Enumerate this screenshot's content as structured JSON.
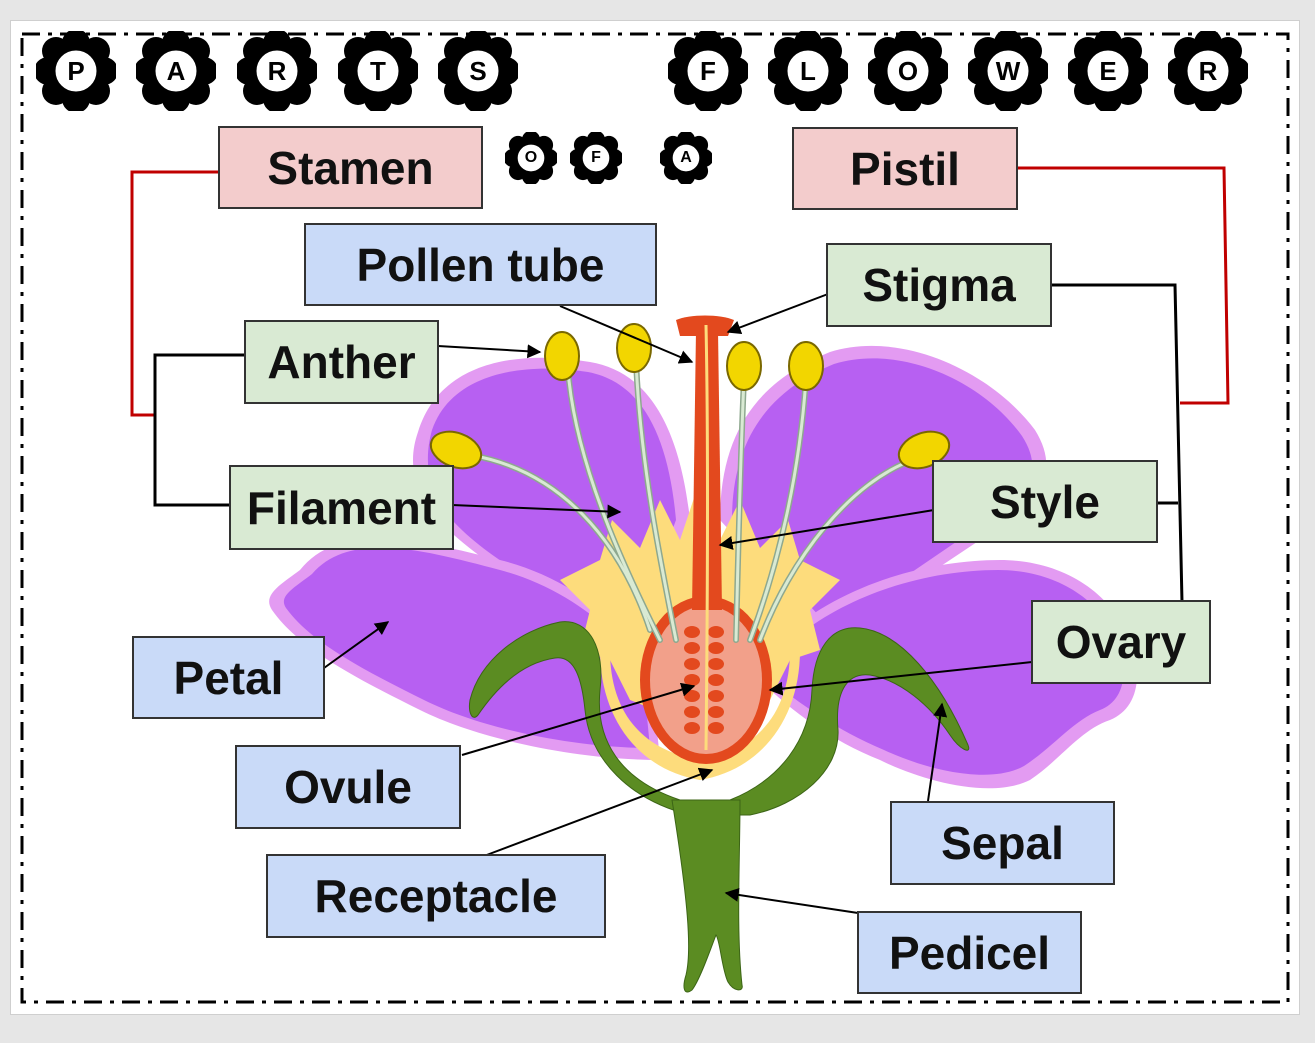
{
  "title": {
    "word1": [
      "P",
      "A",
      "R",
      "T",
      "S"
    ],
    "word2": [
      "O",
      "F",
      "A"
    ],
    "word3": [
      "F",
      "L",
      "O",
      "W",
      "E",
      "R"
    ]
  },
  "groups": {
    "stamen": "Stamen",
    "pistil": "Pistil"
  },
  "labels": {
    "pollen_tube": "Pollen tube",
    "stigma": "Stigma",
    "anther": "Anther",
    "filament": "Filament",
    "style": "Style",
    "petal": "Petal",
    "ovary": "Ovary",
    "ovule": "Ovule",
    "sepal": "Sepal",
    "receptacle": "Receptacle",
    "pedicel": "Pedicel"
  },
  "colors": {
    "group_label": "#f3cccc",
    "pistil_parts": "#d9ead3",
    "other_parts": "#c9daf8",
    "group_bracket": "#c00000",
    "petal": "#c06bff",
    "petal_edge": "#e39bf2",
    "sepal": "#5b8c22",
    "anther": "#f2d600",
    "style": "#e3491e",
    "ovary": "#f2a08a",
    "nectary": "#fddc7c"
  },
  "icons": [
    "flower-badge-icon"
  ]
}
